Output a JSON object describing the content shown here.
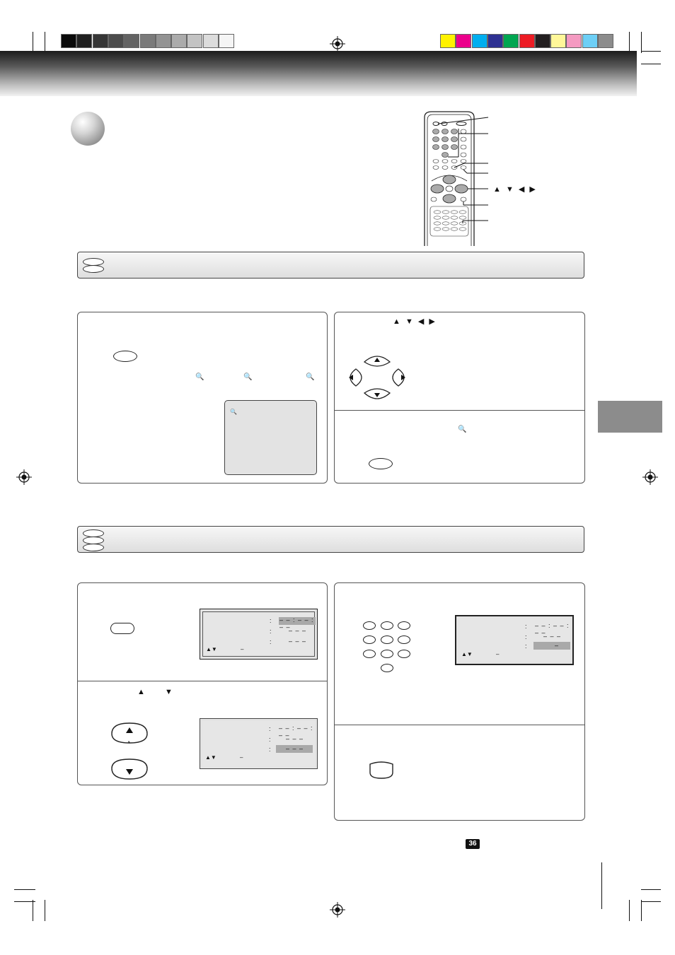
{
  "colors": {
    "gray_bar": [
      "#0a0a0a",
      "#202020",
      "#363636",
      "#4c4c4c",
      "#636363",
      "#7a7a7a",
      "#939393",
      "#ababab",
      "#c3c3c3",
      "#dcdcdc",
      "#f5f5f5"
    ],
    "color_bar": [
      "#fff200",
      "#ec008c",
      "#00aeef",
      "#2e3192",
      "#00a651",
      "#ed1c24",
      "#231f20",
      "#fff799",
      "#f49ac1",
      "#6dcff6",
      "#8c8c8c"
    ],
    "side_tab": "#8c8c8c"
  },
  "remote": {
    "arrow_labels": "▲ ▼ ◀ ▶"
  },
  "section1": {
    "disc_count": 2,
    "left_panel": {
      "search_icon_glyph": "🔍",
      "screen_icon_glyph": "🔍"
    },
    "right_panel": {
      "arrow_glyphs": "▲ ▼ ◀ ▶",
      "search_icon_glyph": "🔍"
    }
  },
  "section2": {
    "disc_count": 3,
    "screen_a": {
      "row1": "– – : – – : – –",
      "row2": "– – –",
      "row3": "– – –",
      "footer_arrows": "▲▼",
      "footer_dash": "–"
    },
    "step2_arrows": {
      "up": "▲",
      "down": "▼"
    },
    "screen_b": {
      "row1": "– – : – – : – –",
      "row2": "– – –",
      "row3": "– – –",
      "footer_arrows": "▲▼",
      "footer_dash": "–"
    },
    "screen_c": {
      "row1": "– – : – – : – –",
      "row2": "– – –",
      "row3": "–",
      "footer_arrows": "▲▼",
      "footer_dash": "–"
    }
  },
  "page_ref": "36",
  "colon": ":"
}
